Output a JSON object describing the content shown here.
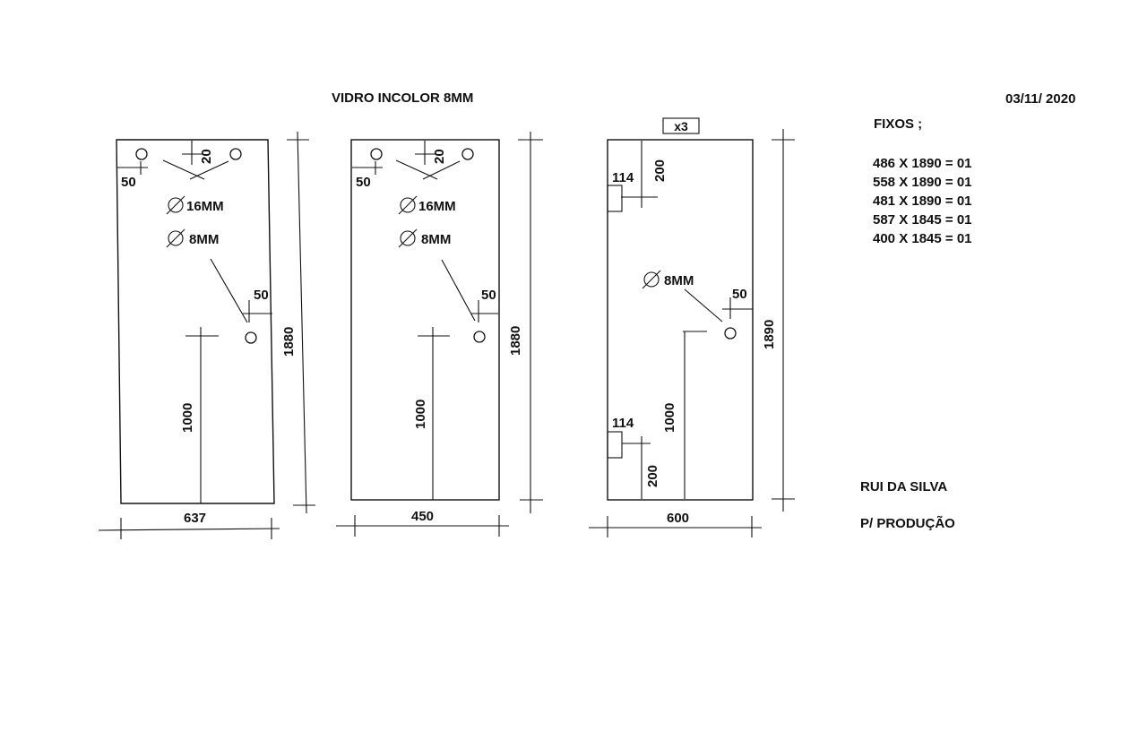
{
  "header": {
    "title": "VIDRO  INCOLOR 8MM",
    "date": "03/11/ 2020"
  },
  "panels": [
    {
      "width": "637",
      "height": "1880",
      "top_offset": "20",
      "side_offset": "50",
      "hole_large": "16MM",
      "hole_small": "8MM",
      "right_offset": "50",
      "mid_height": "1000"
    },
    {
      "width": "450",
      "height": "1880",
      "top_offset": "20",
      "side_offset": "50",
      "hole_large": "16MM",
      "hole_small": "8MM",
      "right_offset": "50",
      "mid_height": "1000"
    },
    {
      "quantity": "x3",
      "width": "600",
      "height": "1890",
      "notch_width_top": "114",
      "notch_depth_top": "200",
      "notch_width_bottom": "114",
      "notch_depth_bottom": "200",
      "hole_small": "8MM",
      "right_offset": "50",
      "mid_height": "1000"
    }
  ],
  "fixos": {
    "title": "FIXOS ;",
    "items": [
      "486 X 1890 = 01",
      "558 X 1890 = 01",
      "481 X 1890 = 01",
      "587 X 1845 = 01",
      "400 X 1845 = 01"
    ]
  },
  "signature": {
    "name": "RUI DA SILVA",
    "note": "P/ PRODUÇÃO"
  }
}
